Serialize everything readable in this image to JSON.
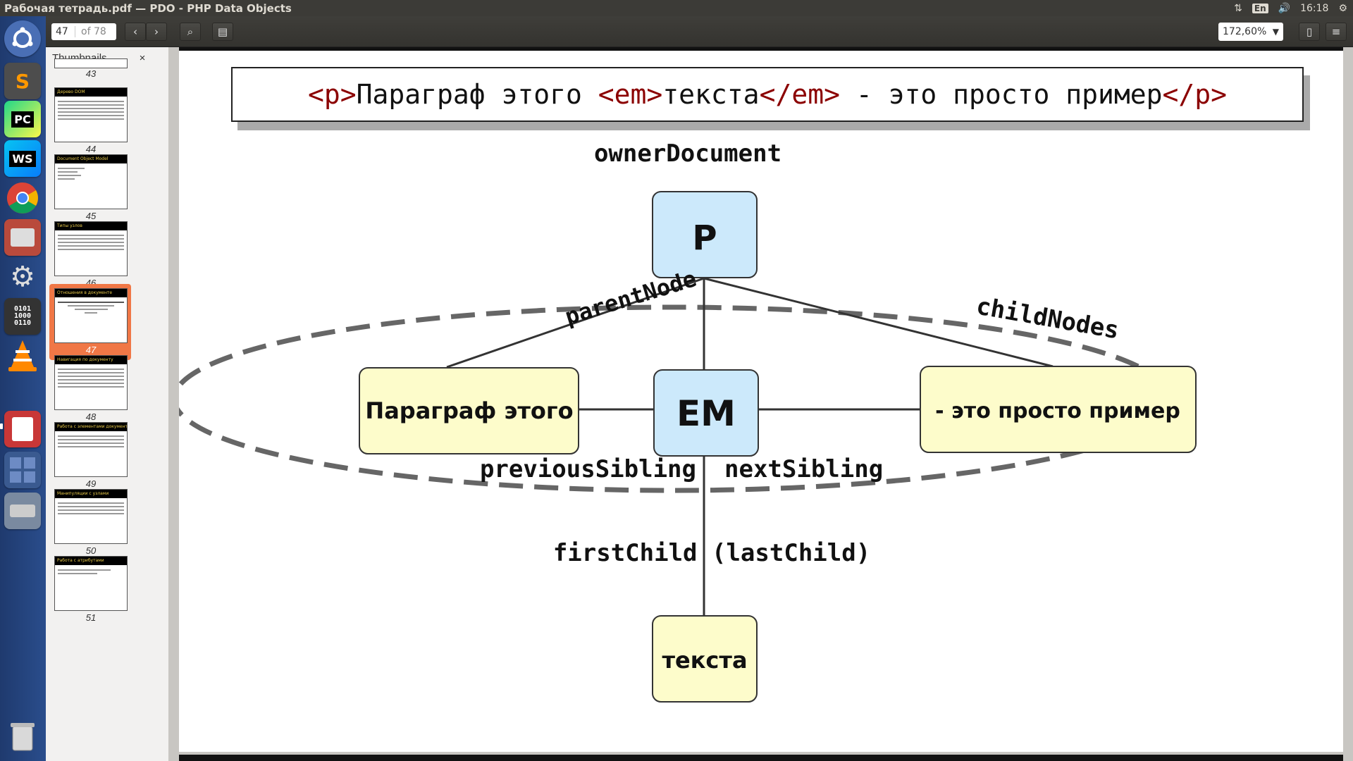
{
  "window": {
    "title": "Рабочая тетрадь.pdf — PDO - PHP Data Objects",
    "tray": {
      "lang": "En",
      "time": "16:18"
    }
  },
  "launcher": {
    "items": [
      "ubuntu-icon",
      "sublime-text-icon",
      "pycharm-icon",
      "webstorm-icon",
      "chrome-icon",
      "file-manager-icon",
      "system-settings-icon",
      "binary-icon",
      "vlc-icon",
      "document-viewer-icon",
      "workspaces-icon",
      "drive-icon",
      "trash-icon"
    ]
  },
  "toolbar": {
    "page_number": "47",
    "page_total": "of 78",
    "zoom": "172,60%"
  },
  "sidebar": {
    "header": "Thumbnails",
    "thumbnails": [
      {
        "label": "43",
        "title": ""
      },
      {
        "label": "44",
        "title": "Дерево DOM"
      },
      {
        "label": "45",
        "title": "Document Object Model"
      },
      {
        "label": "46",
        "title": "Типы узлов"
      },
      {
        "label": "47",
        "title": "Отношения в документе"
      },
      {
        "label": "48",
        "title": "Навигация по документу"
      },
      {
        "label": "49",
        "title": "Работа с элементами документа"
      },
      {
        "label": "50",
        "title": "Манипуляции с узлами"
      },
      {
        "label": "51",
        "title": "Работа с атрибутами"
      }
    ],
    "selected_label": "47"
  },
  "slide": {
    "code": {
      "open_p": "<p>",
      "text1": "Параграф этого ",
      "open_em": "<em>",
      "text2": "текста",
      "close_em": "</em>",
      "text3": " - это просто пример",
      "close_p": "</p>"
    },
    "labels": {
      "owner_document": "ownerDocument",
      "parent_node": "parentNode",
      "child_nodes": "childNodes",
      "previous_sibling": "previousSibling",
      "next_sibling": "nextSibling",
      "first_child": "firstChild (lastChild)"
    },
    "nodes": {
      "p": "P",
      "em": "EM",
      "left_text": "Параграф этого",
      "right_text": "- это просто пример",
      "child_text": "текста"
    },
    "colors": {
      "element_node": "#cce9fb",
      "text_node": "#fdfccb",
      "tag": "#8b0000"
    }
  }
}
